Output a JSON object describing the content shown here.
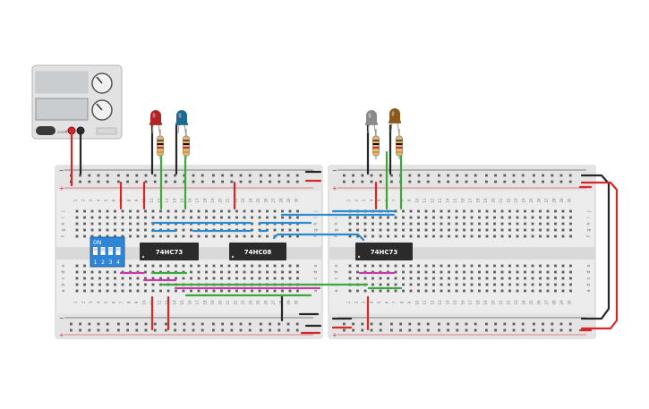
{
  "canvas": {
    "background": "#ffffff"
  },
  "breadboard": {
    "rail_minus": "−",
    "rail_plus": "+",
    "row_letters_top": [
      "j",
      "i",
      "h",
      "g",
      "f"
    ],
    "row_letters_bottom": [
      "e",
      "d",
      "c",
      "b",
      "a"
    ],
    "column_numbers": [
      "1",
      "2",
      "3",
      "4",
      "5",
      "6",
      "7",
      "8",
      "9",
      "10",
      "11",
      "12",
      "13",
      "14",
      "15",
      "16",
      "17",
      "18",
      "19",
      "20",
      "21",
      "22",
      "23",
      "24",
      "25",
      "26",
      "27",
      "28",
      "29",
      "30"
    ]
  },
  "power_supply": {
    "button_label": "on/off"
  },
  "dip_switch": {
    "label": "ON",
    "positions": [
      "1",
      "2",
      "3",
      "4"
    ]
  },
  "chips": {
    "u1": "74HC73",
    "u2": "74HC08",
    "u3": "74HC73"
  },
  "leds": [
    {
      "name": "red",
      "color": "#b22323"
    },
    {
      "name": "blue",
      "color": "#1c6a92"
    },
    {
      "name": "gray",
      "color": "#8a8a8a"
    },
    {
      "name": "brown",
      "color": "#8b5a1a"
    }
  ],
  "wire_colors": {
    "red": "#d62828",
    "black": "#262626",
    "green": "#3aa83a",
    "blue": "#2a8ccf",
    "magenta": "#c83aa8"
  }
}
